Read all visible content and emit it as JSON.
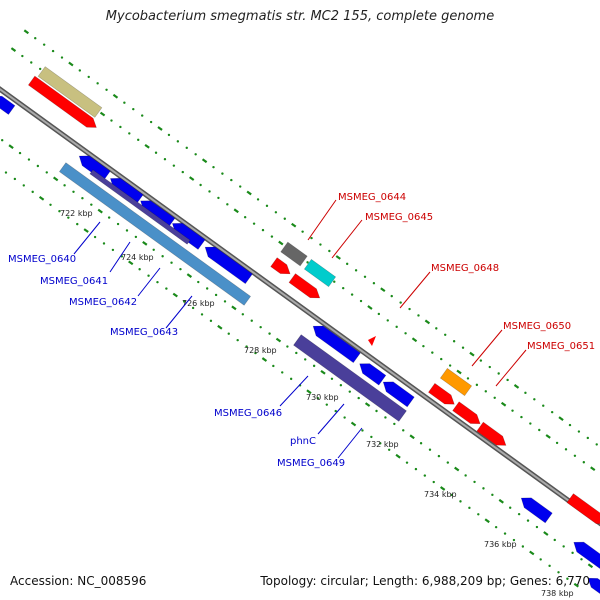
{
  "title": "Mycobacterium smegmatis str. MC2 155, complete genome",
  "footer": {
    "accession": "Accession: NC_008596",
    "summary": "Topology: circular; Length: 6,988,209 bp; Genes: 6,770"
  },
  "ticks": [
    "722 kbp",
    "724 kbp",
    "726 kbp",
    "728 kbp",
    "730 kbp",
    "732 kbp",
    "734 kbp",
    "736 kbp",
    "738 kbp"
  ],
  "forward_labels": [
    "MSMEG_0644",
    "MSMEG_0645",
    "MSMEG_0648",
    "MSMEG_0650",
    "MSMEG_0651"
  ],
  "reverse_labels": [
    "MSMEG_0640",
    "MSMEG_0641",
    "MSMEG_0642",
    "MSMEG_0643",
    "MSMEG_0646",
    "phnC",
    "MSMEG_0649"
  ],
  "colors": {
    "forward_label": "#cc0000",
    "reverse_label": "#0000cc",
    "backbone": "#888888",
    "tick_dots": "#1a8a1a",
    "forward_cds": "#ff0000",
    "reverse_cds": "#0000ee",
    "gray_feature": "#666666",
    "cyan_feature": "#00cccc",
    "orange_feature": "#ff9900",
    "olive_feature": "#c8c080",
    "steel_feature": "#4a90c8",
    "indigo_feature": "#4a3f9a"
  }
}
